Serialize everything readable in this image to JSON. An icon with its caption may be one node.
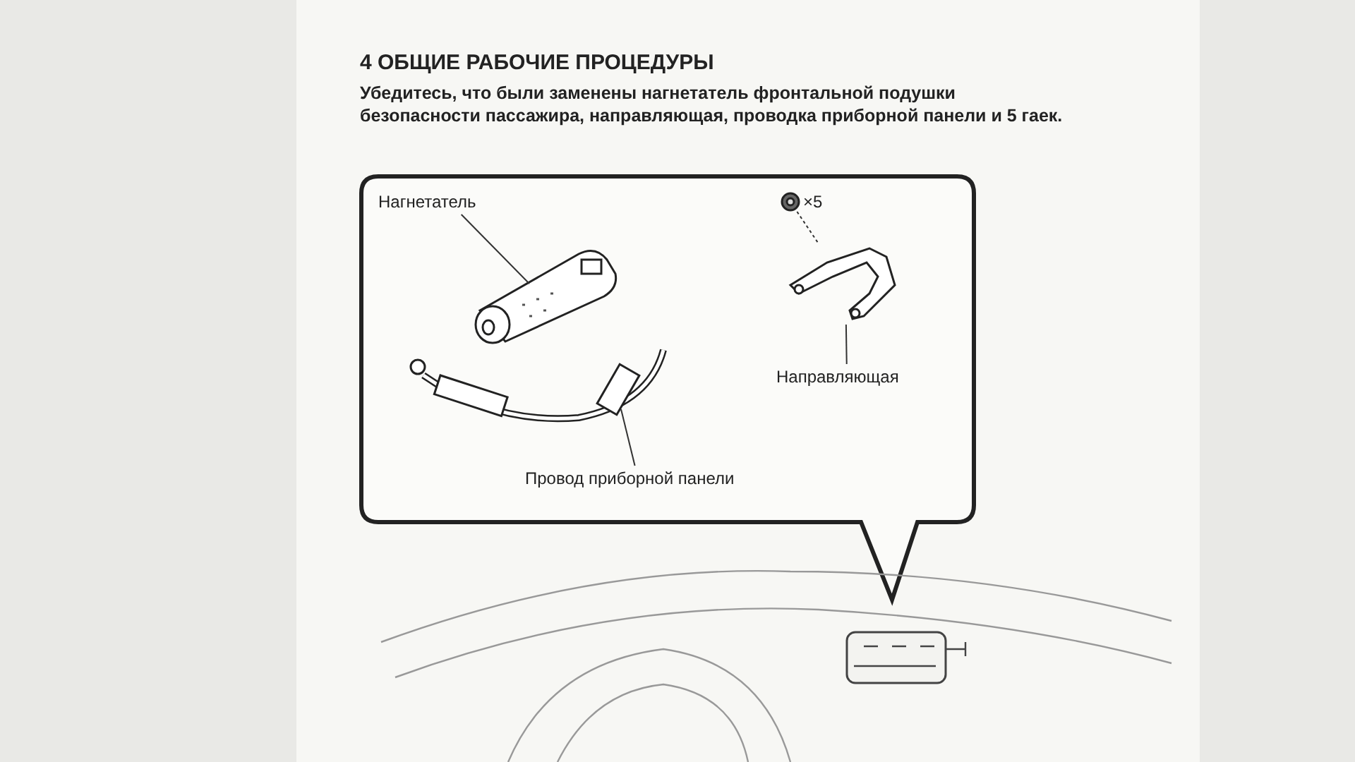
{
  "diagram": {
    "title": "4 ОБЩИЕ РАБОЧИЕ ПРОЦЕДУРЫ",
    "nodes": [
      {
        "text": [
          "Нагнетатель"
        ]
      },
      {
        "text": [],
        "shape": "picture"
      },
      {
        "text": [
          "Направляющая"
        ]
      },
      {
        "text": [],
        "shape": "picture"
      },
      {
        "text": [
          "Провод приборной панели"
        ]
      },
      {
        "text": [],
        "shape": "picture"
      },
      {
        "text": [],
        "shape": "picture",
        "beside": [
          "×5"
        ]
      }
    ],
    "edges": [
      {
        "from": 0,
        "to": 1,
        "arrow": "none"
      },
      {
        "from": 2,
        "to": 3,
        "arrow": "none"
      },
      {
        "from": 4,
        "to": 5,
        "arrow": "none"
      },
      {
        "from": 6,
        "to": 3,
        "arrow": "none",
        "style": "dashed"
      }
    ],
    "labels": [
      "Убедитесь, что были заменены нагнетатель фронтальной подушки безопасности пассажира, направляющая, проводка приборной панели и 5 гаек."
    ]
  }
}
